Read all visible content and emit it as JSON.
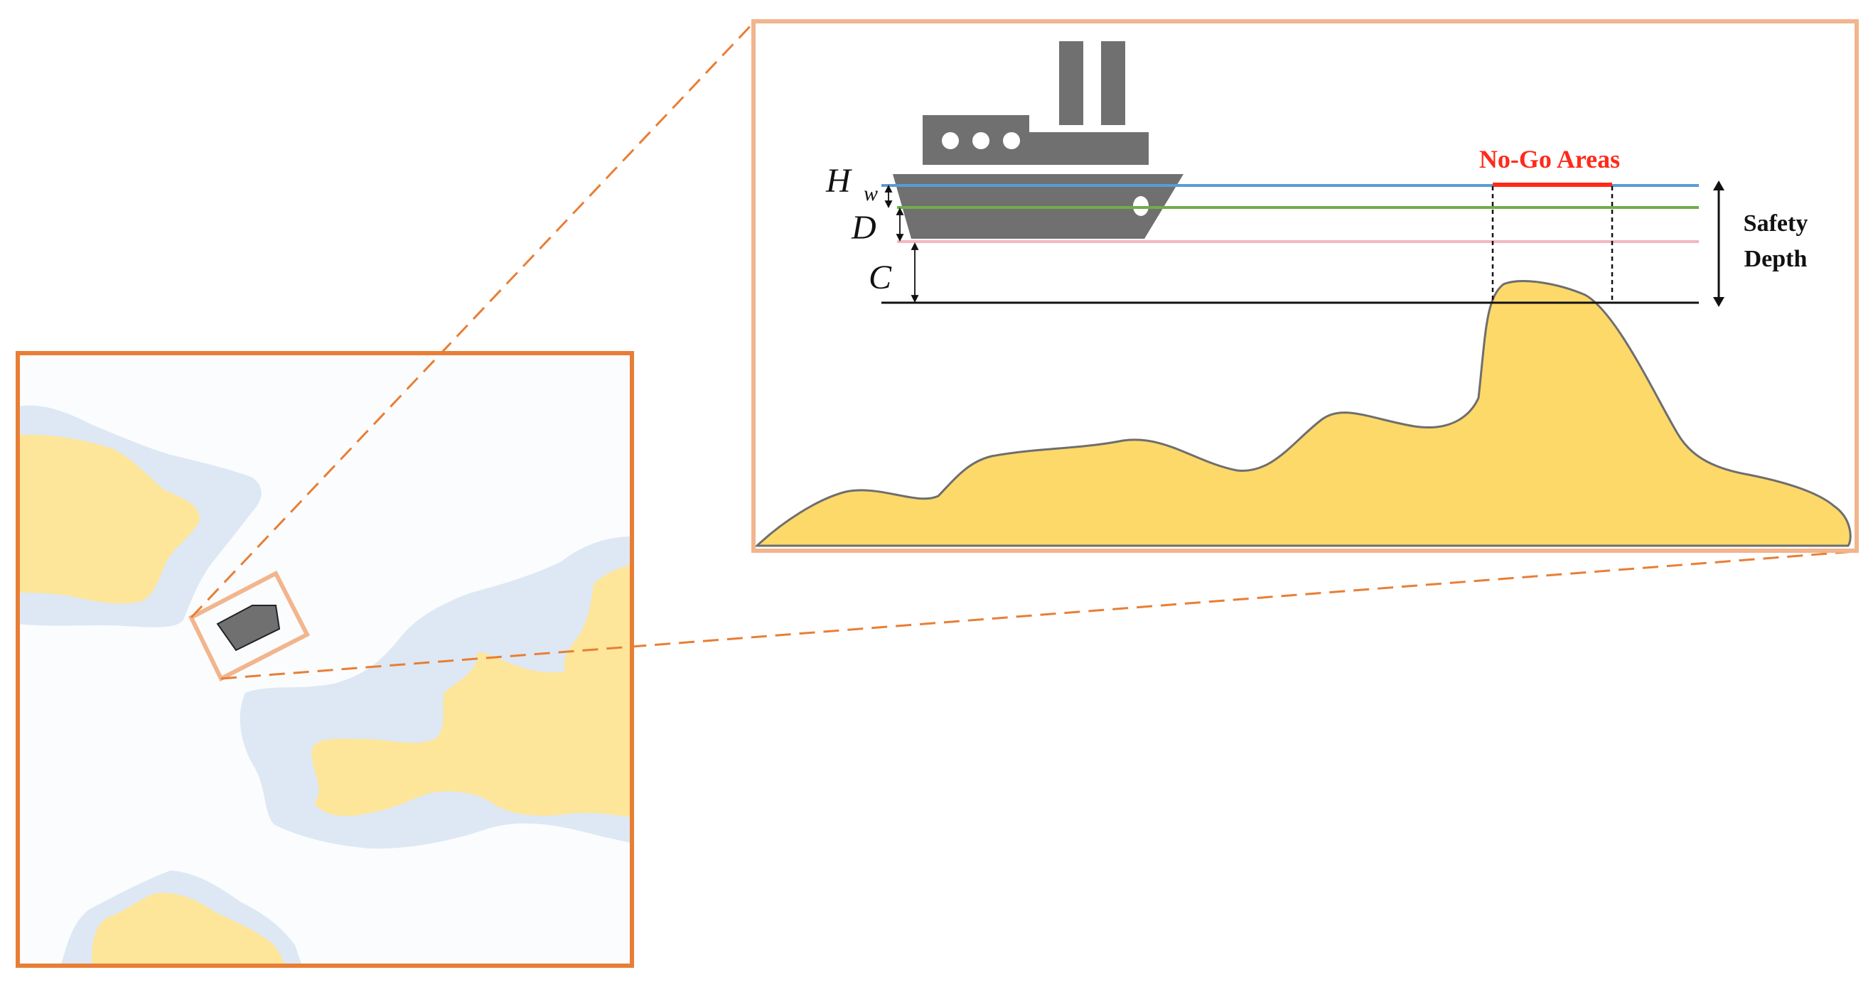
{
  "labels": {
    "hw_main": "H",
    "hw_sub": "w",
    "d": "D",
    "c": "C",
    "no_go": "No-Go Areas",
    "safety_line1": "Safety",
    "safety_line2": "Depth"
  },
  "colors": {
    "map_frame": "#e87e35",
    "zoom_frame": "#f2b58d",
    "guide_dash": "#e87e35",
    "water_deep": "#fbfcfd",
    "water_shallow": "#dde8f4",
    "land": "#fde59a",
    "seabed": "#fdd96a",
    "seabed_outline": "#6e6e6e",
    "ship": "#707070",
    "waterline_blue": "#5b9bd5",
    "draft_green": "#70ad47",
    "clearance_pink": "#f4b6c2",
    "safety_black": "#111111",
    "no_go_red": "#ff2a1a"
  },
  "icons": {
    "ship": "cargo-ship-icon",
    "map_vessel": "vessel-marker-icon"
  }
}
